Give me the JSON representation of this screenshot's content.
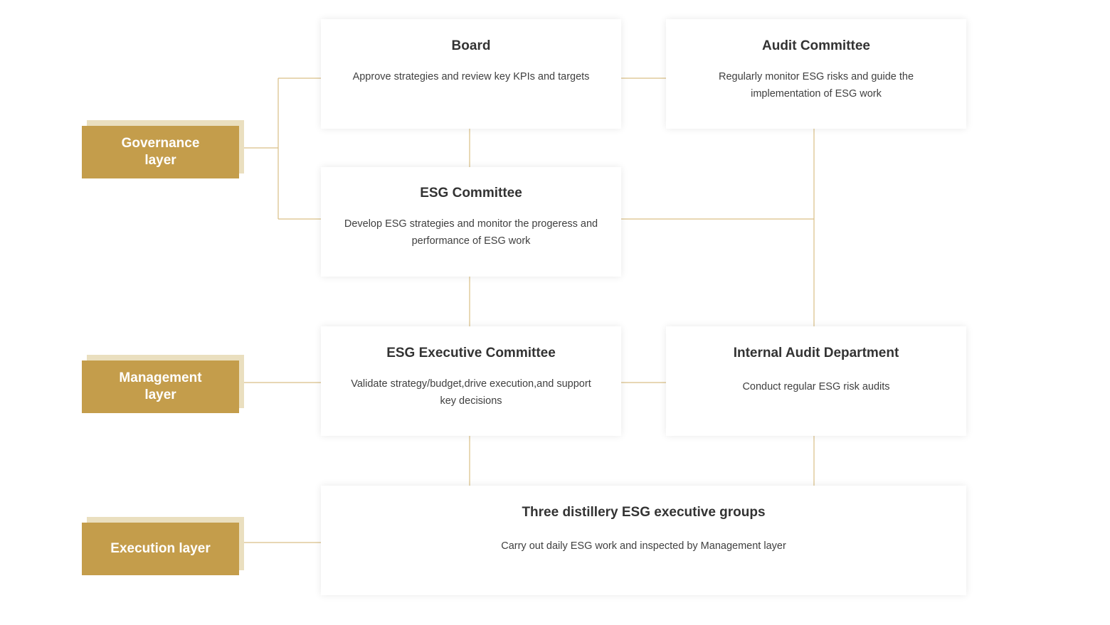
{
  "colors": {
    "accent_gold": "#c49d4b",
    "accent_gold_light": "#eadfbf",
    "connector": "#d9bf86",
    "title_text": "#333333",
    "body_text": "#404040"
  },
  "layers": {
    "governance": "Governance layer",
    "management": "Management layer",
    "execution": "Execution layer"
  },
  "nodes": {
    "board": {
      "title": "Board",
      "description": "Approve strategies and review key KPIs and targets"
    },
    "audit_committee": {
      "title": "Audit Committee",
      "description": "Regularly monitor ESG risks and guide the implementation of ESG work"
    },
    "esg_committee": {
      "title": "ESG Committee",
      "description": "Develop ESG strategies and monitor the progeress and performance of ESG work"
    },
    "esg_executive_committee": {
      "title": "ESG Executive Committee",
      "description": "Validate strategy/budget,drive execution,and support key decisions"
    },
    "internal_audit_department": {
      "title": "Internal Audit Department",
      "description": "Conduct regular ESG risk audits"
    },
    "execution_groups": {
      "title": "Three distillery ESG executive groups",
      "description": "Carry out daily ESG work and inspected by Management layer"
    }
  }
}
